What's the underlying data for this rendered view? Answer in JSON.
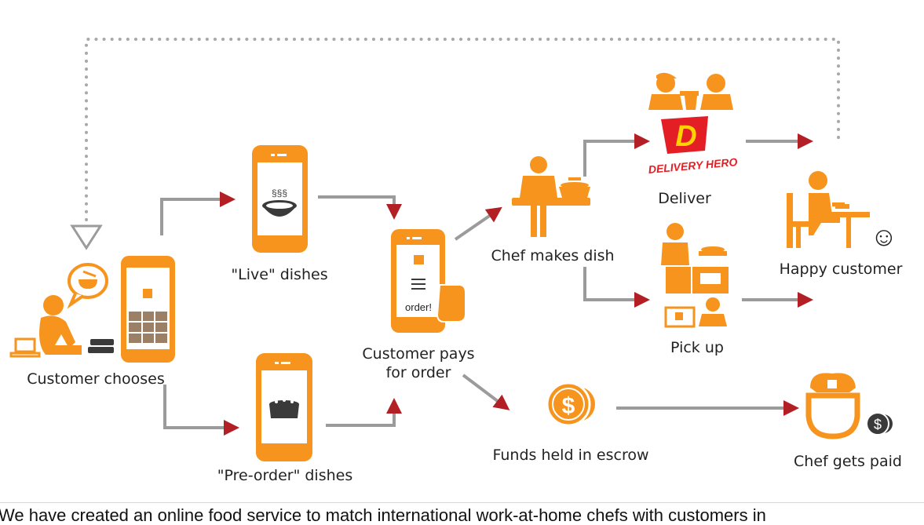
{
  "colors": {
    "orange": "#F7941D",
    "arrow": "#B21F24",
    "line": "#9B9B9B",
    "dotted": "#A9A9A9",
    "dark": "#3A3A3A"
  },
  "labels": {
    "customer_chooses": "Customer chooses",
    "live_dishes": "\"Live\" dishes",
    "preorder_dishes": "\"Pre-order\" dishes",
    "customer_pays_1": "Customer pays",
    "customer_pays_2": "for order",
    "chef_makes_dish": "Chef makes dish",
    "deliver": "Deliver",
    "pick_up": "Pick up",
    "happy_customer": "Happy customer",
    "funds_escrow": "Funds held in escrow",
    "chef_gets_paid": "Chef gets paid"
  },
  "phone": {
    "order_text": "order!",
    "steam_text": "§§§"
  },
  "logo": {
    "letter": "D",
    "brand": "DELIVERY HERO"
  },
  "coin_symbol": "$",
  "smiley": "☺",
  "caption": "We have created an online food service to match international work-at-home chefs with customers in"
}
